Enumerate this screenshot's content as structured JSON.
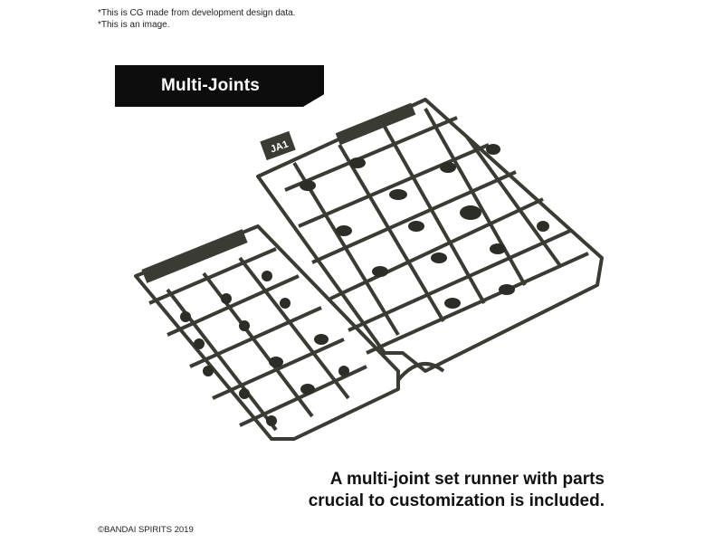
{
  "notes": {
    "line1": "*This is CG made from development design data.",
    "line2": "*This is an image."
  },
  "banner": {
    "title": "Multi-Joints"
  },
  "runner_labels": {
    "large": "JA1"
  },
  "caption": {
    "line1": "A multi-joint set runner with parts",
    "line2": "crucial to customization is included."
  },
  "copyright": "©BANDAI SPIRITS 2019",
  "colors": {
    "plastic": "#3a3b33",
    "plastic_dark": "#22231e",
    "banner": "#0d0d0d"
  }
}
